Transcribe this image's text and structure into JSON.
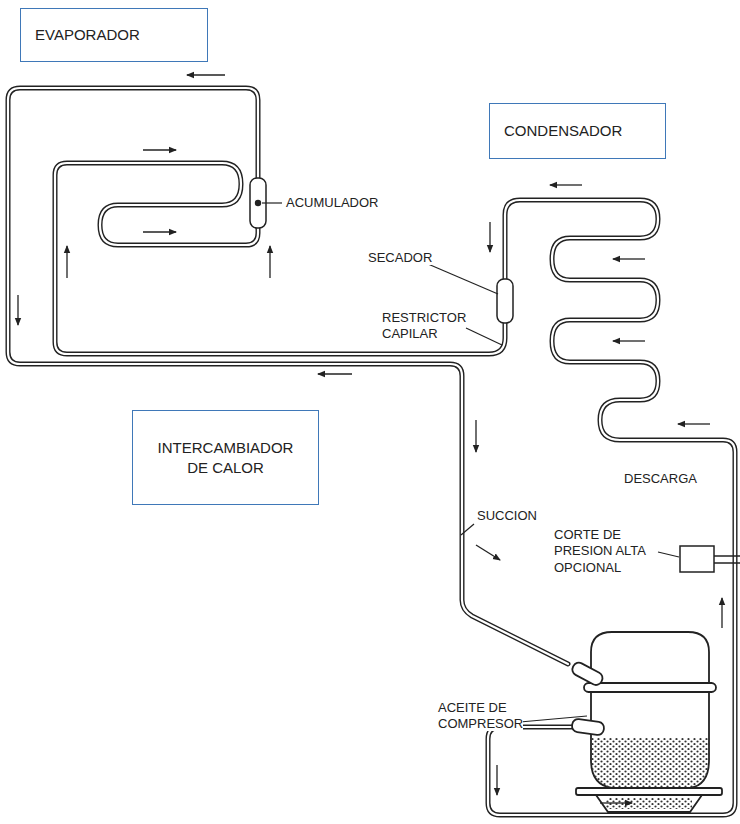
{
  "diagram": {
    "nodes": [
      {
        "text": [
          "EVAPORADOR"
        ]
      },
      {
        "text": [
          "CONDENSADOR"
        ]
      },
      {
        "text": [
          "INTERCAMBIADOR DE CALOR"
        ]
      }
    ],
    "labels": [
      "ACUMULADOR",
      "SECADOR",
      "RESTRICTOR CAPILAR",
      "DESCARGA",
      "SUCCION",
      "CORTE DE PRESION ALTA OPCIONAL",
      "ACEITE DE COMPRESOR"
    ]
  }
}
